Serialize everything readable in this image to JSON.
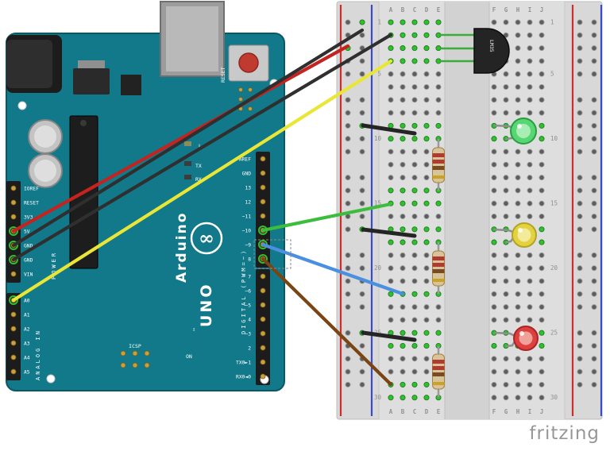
{
  "watermark": "fritzing",
  "arduino": {
    "brand": "Arduino",
    "model": "UNO",
    "trademark": "™",
    "infinity_logo": "∞",
    "reset_label": "RESET",
    "digital_label": "DIGITAL (PWM=~)",
    "power_label": "POWER",
    "analog_label": "ANALOG IN",
    "icsp_label": "ICSP",
    "on_label": "ON",
    "l_label": "L",
    "tx_label": "TX",
    "rx_label": "RX",
    "pins": {
      "digital_top": [
        "AREF",
        "GND",
        "13",
        "12",
        "~11",
        "~10",
        "~9",
        "8"
      ],
      "digital_bottom": [
        "7",
        "~6",
        "~5",
        "4",
        "~3",
        "2",
        "TX0►1",
        "RX0◄0"
      ],
      "power": [
        "IOREF",
        "RESET",
        "3V3",
        "5V",
        "GND",
        "GND",
        "VIN"
      ],
      "analog": [
        "A0",
        "A1",
        "A2",
        "A3",
        "A4",
        "A5"
      ]
    },
    "highlighted_pins": {
      "digital_top": [
        5,
        6,
        7
      ],
      "power": [
        3,
        4,
        5
      ],
      "analog": [
        0
      ]
    }
  },
  "breadboard": {
    "columns_left": [
      "A",
      "B",
      "C",
      "D",
      "E"
    ],
    "columns_right": [
      "F",
      "G",
      "H",
      "I",
      "J"
    ],
    "row_numbers": [
      "1",
      "5",
      "10",
      "15",
      "20",
      "25",
      "30"
    ],
    "green_rows_left": [
      1,
      2,
      3,
      4,
      9,
      10,
      14,
      15,
      17,
      18,
      22,
      25,
      26,
      29,
      30
    ],
    "green_rows_right": [
      9,
      10,
      17,
      18,
      25,
      26
    ],
    "left_rail_green": {
      "red_column": [
        3
      ],
      "blue_column": [
        1,
        9,
        17,
        25
      ]
    }
  },
  "components": {
    "sensor_label": "LM35",
    "led_colors": [
      "green",
      "yellow",
      "red"
    ],
    "resistor_count": 3,
    "wires": [
      {
        "color": "red",
        "from": "Arduino 5V",
        "to": "breadboard left power rail +"
      },
      {
        "color": "black",
        "from": "Arduino GND",
        "to": "breadboard left power rail −"
      },
      {
        "color": "black",
        "from": "Arduino GND",
        "to": "breadboard A2"
      },
      {
        "color": "yellow",
        "from": "Arduino A0",
        "to": "breadboard A4"
      },
      {
        "color": "green",
        "from": "Arduino pin ~10",
        "to": "breadboard A15"
      },
      {
        "color": "blue",
        "from": "Arduino pin ~9",
        "to": "breadboard B22"
      },
      {
        "color": "brown",
        "from": "Arduino pin 8",
        "to": "breadboard A29"
      }
    ]
  },
  "colors": {
    "board_teal": "#11798a",
    "hole_green": "#2fbf2f",
    "rail_red": "#cc2d2d",
    "rail_blue": "#3b4bc8",
    "wire_red": "#c4231f",
    "wire_black": "#2f2f2f",
    "wire_yellow": "#e9e636",
    "wire_green": "#3dbd3d",
    "wire_blue": "#4a8fe0",
    "wire_brown": "#7a4515",
    "led_green": "#57d674",
    "led_yellow": "#e2d23e",
    "led_red": "#de4040"
  }
}
